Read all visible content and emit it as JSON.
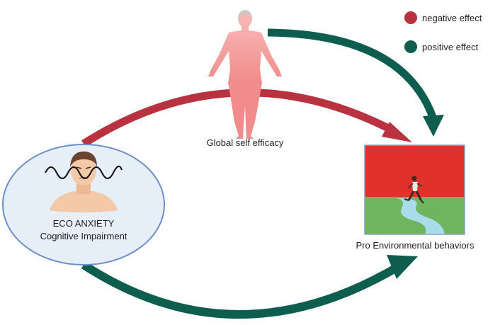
{
  "legend": {
    "items": [
      {
        "label": "negative effect",
        "color": "#b8323f"
      },
      {
        "label": "positive effect",
        "color": "#0d5e4f"
      }
    ]
  },
  "nodes": {
    "person": {
      "label": "Global self efficacy",
      "icon": "human-figure-icon"
    },
    "eco_anxiety": {
      "title": "ECO ANXIETY",
      "subtitle": "Cognitive Impairment",
      "icon": "anxious-face-icon"
    },
    "behaviors": {
      "label": "Pro Environmental behaviors",
      "icon": "running-person-landscape-icon"
    }
  },
  "edges": [
    {
      "from": "eco_anxiety",
      "to": "behaviors",
      "via": "above",
      "effect": "negative effect"
    },
    {
      "from": "person",
      "to": "behaviors",
      "effect": "positive effect"
    },
    {
      "from": "eco_anxiety",
      "to": "behaviors",
      "via": "below",
      "effect": "positive effect"
    }
  ],
  "colors": {
    "negative": "#b8323f",
    "positive": "#0d5e4f",
    "ellipse_fill": "#e6eef8",
    "ellipse_stroke": "#6d8fc9",
    "body_fill": "#f7a2a2",
    "sky": "#e2312b",
    "grass": "#6fb45e",
    "river": "#a9dbea"
  }
}
